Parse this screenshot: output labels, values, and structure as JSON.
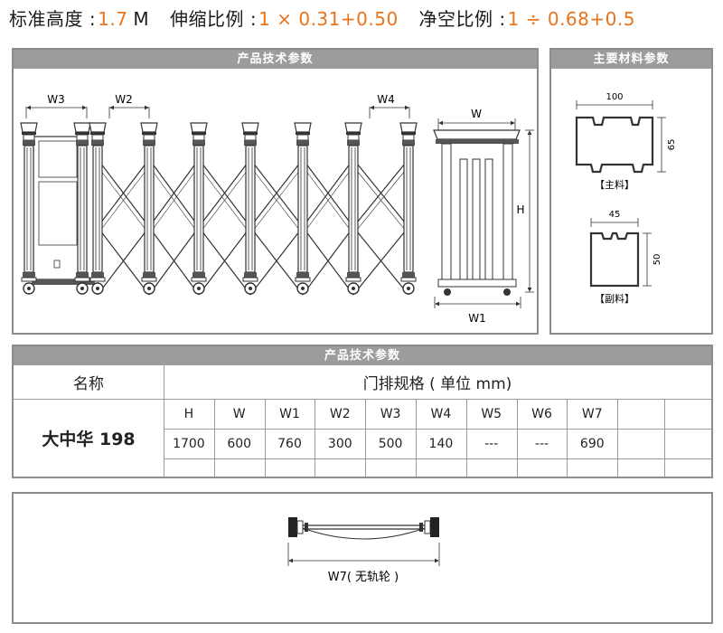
{
  "header": {
    "height_label": "标准高度 :",
    "height_value": "1.7",
    "height_unit": "M",
    "ratio_label": "伸缩比例 :",
    "ratio_value": "1 × 0.31+0.50",
    "clear_label": "净空比例 :",
    "clear_value": "1 ÷ 0.68+0.5"
  },
  "drawing_panel": {
    "title": "产品技术参数",
    "labels": {
      "w3": "W3",
      "w2": "W2",
      "w4": "W4",
      "w": "W",
      "h": "H",
      "w1": "W1"
    }
  },
  "materials_panel": {
    "title": "主要材料参数",
    "main": {
      "width": "100",
      "height": "65",
      "caption": "【主料】"
    },
    "sub": {
      "width": "45",
      "height": "50",
      "caption": "【副料】"
    }
  },
  "spec_table": {
    "title": "产品技术参数",
    "name_header": "名称",
    "spec_header": "门排规格 ( 单位 mm)",
    "product": "大中华 198",
    "columns": [
      "H",
      "W",
      "W1",
      "W2",
      "W3",
      "W4",
      "W5",
      "W6",
      "W7",
      "",
      ""
    ],
    "values": [
      "1700",
      "600",
      "760",
      "300",
      "500",
      "140",
      "---",
      "---",
      "690",
      "",
      ""
    ]
  },
  "bottom_panel": {
    "caption": "W7( 无轨轮 )"
  },
  "colors": {
    "accent": "#e8741c",
    "panel_header": "#9c9c9c",
    "border": "#8c8c8c"
  }
}
